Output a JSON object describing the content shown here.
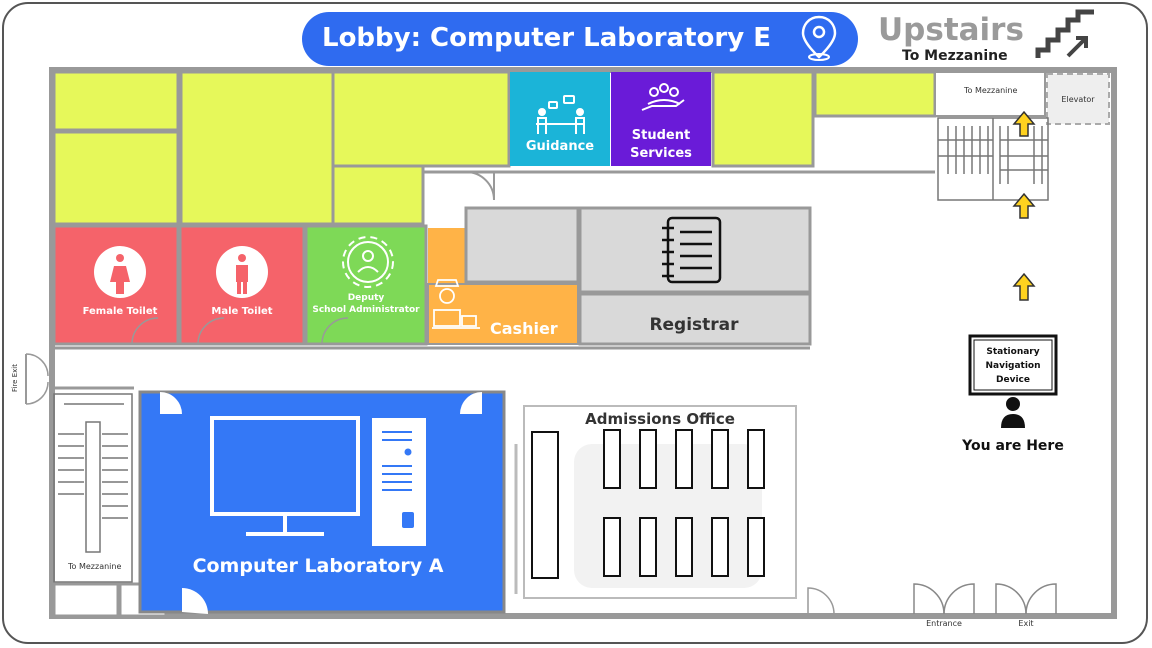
{
  "header": {
    "title": "Lobby: Computer Laboratory E",
    "upstairs": "Upstairs",
    "upstairs_sub": "To Mezzanine"
  },
  "rooms": {
    "guidance": "Guidance",
    "student_services_1": "Student",
    "student_services_2": "Services",
    "female_toilet": "Female Toilet",
    "male_toilet": "Male Toilet",
    "deputy_1": "Deputy",
    "deputy_2": "School Administrator",
    "cashier": "Cashier",
    "registrar": "Registrar",
    "admissions": "Admissions Office",
    "comp_lab_a": "Computer Laboratory A"
  },
  "labels": {
    "to_mezzanine_top": "To Mezzanine",
    "elevator": "Elevator",
    "to_mezzanine_left": "To Mezzanine",
    "fire_exit": "Fire Exit",
    "entrance": "Entrance",
    "exit": "Exit"
  },
  "device": {
    "line1": "Stationary",
    "line2": "Navigation",
    "line3": "Device",
    "you_are_here": "You are Here"
  },
  "colors": {
    "yellow": "#e6f85a",
    "guidance": "#1bb4d8",
    "student_services": "#6a1bd8",
    "toilet": "#f5636a",
    "deputy": "#7ed957",
    "cashier": "#ffb347",
    "office_gray": "#d9d9d9",
    "comp_lab": "#3478f6",
    "title_blue": "#2f6bf0",
    "arrow": "#ffd21f"
  }
}
